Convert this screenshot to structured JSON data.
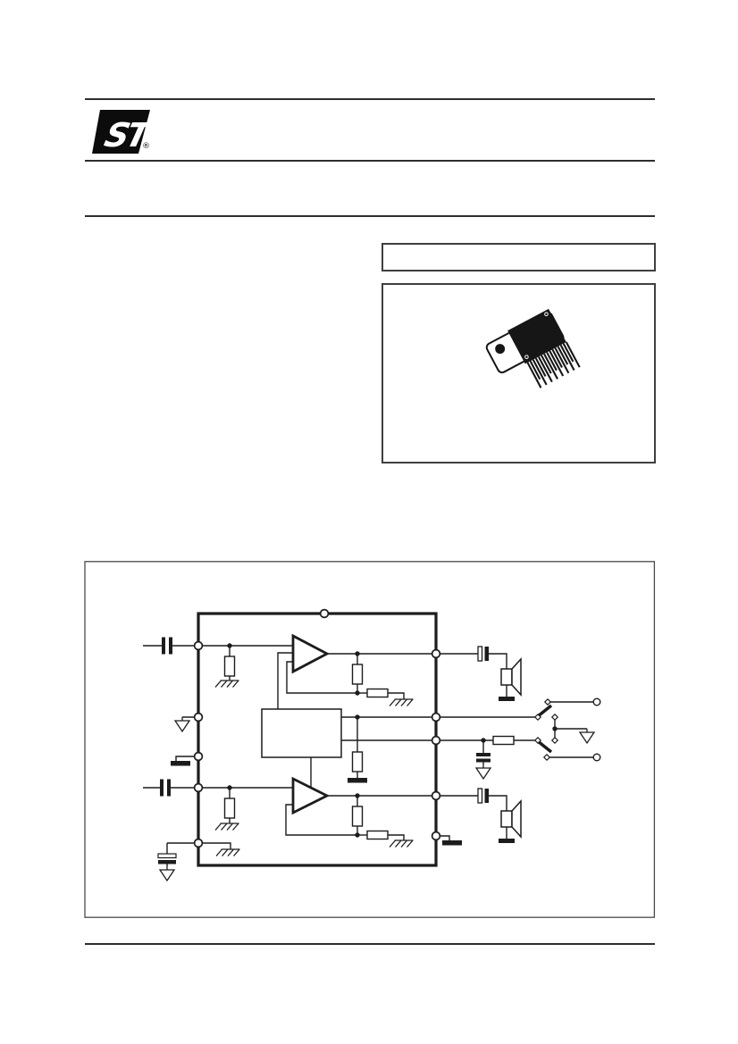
{
  "page": {
    "background": "#ffffff",
    "ink_color": "#1c1c1c",
    "rule_color": "#2e2e2e",
    "box_border_color": "#3f3f3f",
    "frame_border_color": "#4a4a4a"
  },
  "header": {
    "logo_icon": "st-logo",
    "logo_text": "ST",
    "registered_mark": "®"
  },
  "right_column": {
    "label_box_content": "",
    "package_icon": "multiwatt-power-package-icon"
  },
  "figure": {
    "schematic_icon": "stereo-amplifier-application-circuit"
  }
}
